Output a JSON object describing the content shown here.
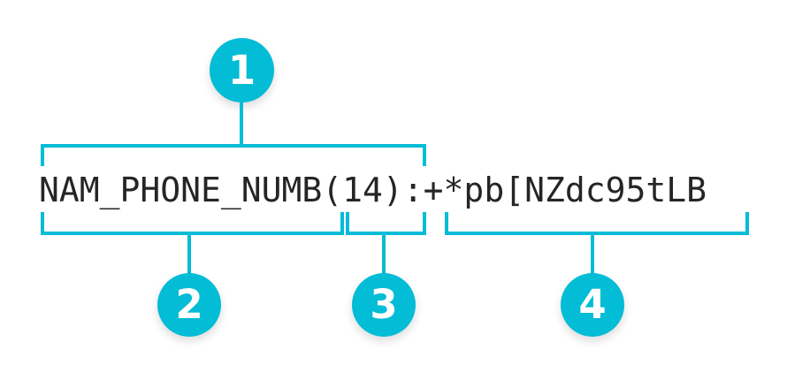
{
  "figure": {
    "background_color": "#ffffff",
    "accent_color": "#03bcd6",
    "text_color": "#252525",
    "code_string": "NAM_PHONE_NUMB(14):+*pb[NZdc95tLB"
  },
  "code": {
    "full": "NAM_PHONE_NUMB(14):+*pb[NZdc95tLB",
    "segments": {
      "field_name": "NAM_PHONE_NUMB",
      "length": "(14)",
      "separator": ":",
      "value": "+*pb[NZdc95tLB"
    }
  },
  "callouts": [
    {
      "number": "1",
      "target": "whole-record-header"
    },
    {
      "number": "2",
      "target": "field-name"
    },
    {
      "number": "3",
      "target": "field-length"
    },
    {
      "number": "4",
      "target": "field-value"
    }
  ]
}
